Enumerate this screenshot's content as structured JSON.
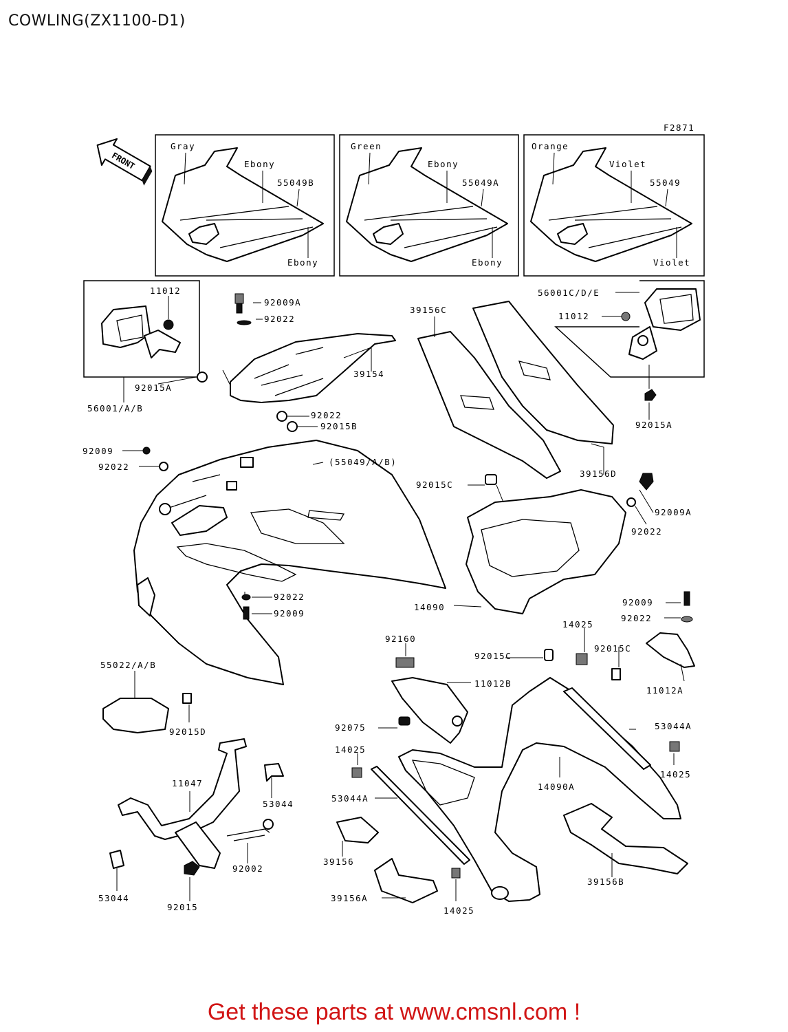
{
  "title": "COWLING(ZX1100-D1)",
  "figure_code": "F2871",
  "front_arrow_label": "FRONT",
  "watermark_text": "WWW.CMSNL.COM",
  "footer": "Get these parts at www.cmsnl.com !",
  "colour_variants": [
    {
      "color": "Gray",
      "inner": "Ebony",
      "part": "55049B",
      "lower": "Ebony"
    },
    {
      "color": "Green",
      "inner": "Ebony",
      "part": "55049A",
      "lower": "Ebony"
    },
    {
      "color": "Orange",
      "inner": "Violet",
      "part": "55049",
      "lower": "Violet"
    }
  ],
  "labels": {
    "l11012a": "11012",
    "l92015a_left": "92015A",
    "l56001": "56001/A/B",
    "l92009a_top": "92009A",
    "l92022_top": "92022",
    "l39154": "39154",
    "l92022_mid": "92022",
    "l92015b": "92015B",
    "l39156c": "39156C",
    "l39156d": "39156D",
    "l56001cde": "56001C/D/E",
    "l11012_right": "11012",
    "l92015a_right": "92015A",
    "l92009": "92009",
    "l92022_left": "92022",
    "l55049ab": "(55049/A/B)",
    "l92015c_top": "92015C",
    "l92009a_right": "92009A",
    "l92022_right": "92022",
    "l92022_low": "92022",
    "l92009_low": "92009",
    "l14090": "14090",
    "l92009_r2": "92009",
    "l92022_r2": "92022",
    "l14025_a": "14025",
    "l92015c_b": "92015C",
    "l92160": "92160",
    "l92015c_c": "92015C",
    "l11012b": "11012B",
    "l11012a_r": "11012A",
    "l55022": "55022/A/B",
    "l92015d": "92015D",
    "l92075": "92075",
    "l53044a_r": "53044A",
    "l14025_b": "14025",
    "l14025_c": "14025",
    "l11047": "11047",
    "l53044_a": "53044",
    "l53044a_l": "53044A",
    "l14090a": "14090A",
    "l92002": "92002",
    "l39156": "39156",
    "l53044_b": "53044",
    "l92015": "92015",
    "l39156a": "39156A",
    "l14025_d": "14025",
    "l39156b": "39156B"
  }
}
